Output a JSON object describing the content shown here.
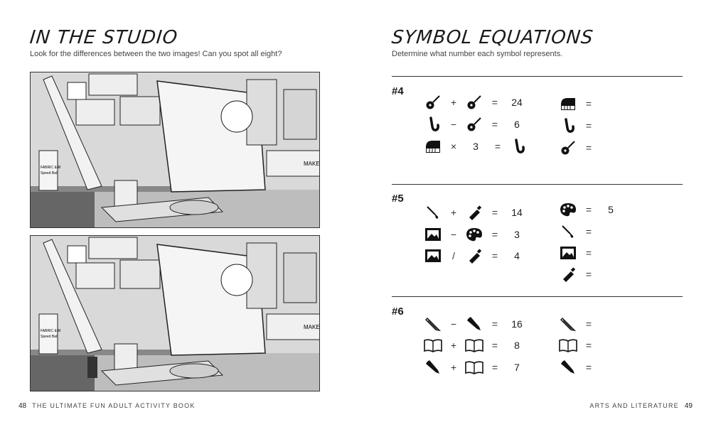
{
  "left": {
    "title": "IN THE STUDIO",
    "subtitle": "Look for the differences between the two images! Can you spot all eight?",
    "illustration": {
      "jar_label_1": "FABRIC & M",
      "jar_label_2": "Speed Ball",
      "poster": "MAKE ART"
    }
  },
  "right": {
    "title": "SYMBOL EQUATIONS",
    "subtitle": "Determine what number each symbol represents.",
    "puzzles": [
      {
        "label": "#4",
        "equations": [
          {
            "a": "guitar-icon",
            "op": "+",
            "b": "guitar-icon",
            "eq": "=",
            "result": "24"
          },
          {
            "a": "saxophone-icon",
            "op": "−",
            "b": "guitar-icon",
            "eq": "=",
            "result": "6"
          },
          {
            "a": "piano-icon",
            "op": "×",
            "b_text": "3",
            "eq": "=",
            "b_icon": "saxophone-icon"
          }
        ],
        "key": [
          {
            "icon": "piano-icon",
            "eq": "=",
            "value": ""
          },
          {
            "icon": "saxophone-icon",
            "eq": "=",
            "value": ""
          },
          {
            "icon": "guitar-icon",
            "eq": "=",
            "value": ""
          }
        ]
      },
      {
        "label": "#5",
        "equations": [
          {
            "a": "brush-icon",
            "op": "+",
            "b": "paint-tube-icon",
            "eq": "=",
            "result": "14"
          },
          {
            "a": "picture-icon",
            "op": "−",
            "b": "palette-icon",
            "eq": "=",
            "result": "3"
          },
          {
            "a": "picture-icon",
            "op": "/",
            "b": "paint-tube-icon",
            "eq": "=",
            "result": "4"
          }
        ],
        "key": [
          {
            "icon": "palette-icon",
            "eq": "=",
            "value": "5"
          },
          {
            "icon": "brush-icon",
            "eq": "=",
            "value": ""
          },
          {
            "icon": "picture-icon",
            "eq": "=",
            "value": ""
          },
          {
            "icon": "paint-tube-icon",
            "eq": "=",
            "value": ""
          }
        ]
      },
      {
        "label": "#6",
        "equations": [
          {
            "a": "pencil-icon",
            "op": "−",
            "b": "pen-icon",
            "eq": "=",
            "result": "16"
          },
          {
            "a": "book-icon",
            "op": "+",
            "b": "book-icon",
            "eq": "=",
            "result": "8"
          },
          {
            "a": "pen-icon",
            "op": "+",
            "b": "book-icon",
            "eq": "=",
            "result": "7"
          }
        ],
        "key": [
          {
            "icon": "pencil-icon",
            "eq": "=",
            "value": ""
          },
          {
            "icon": "book-icon",
            "eq": "=",
            "value": ""
          },
          {
            "icon": "pen-icon",
            "eq": "=",
            "value": ""
          }
        ]
      }
    ]
  },
  "footer": {
    "left_page": "48",
    "left_text": "THE ULTIMATE FUN ADULT ACTIVITY BOOK",
    "right_text": "ARTS AND LITERATURE",
    "right_page": "49"
  }
}
